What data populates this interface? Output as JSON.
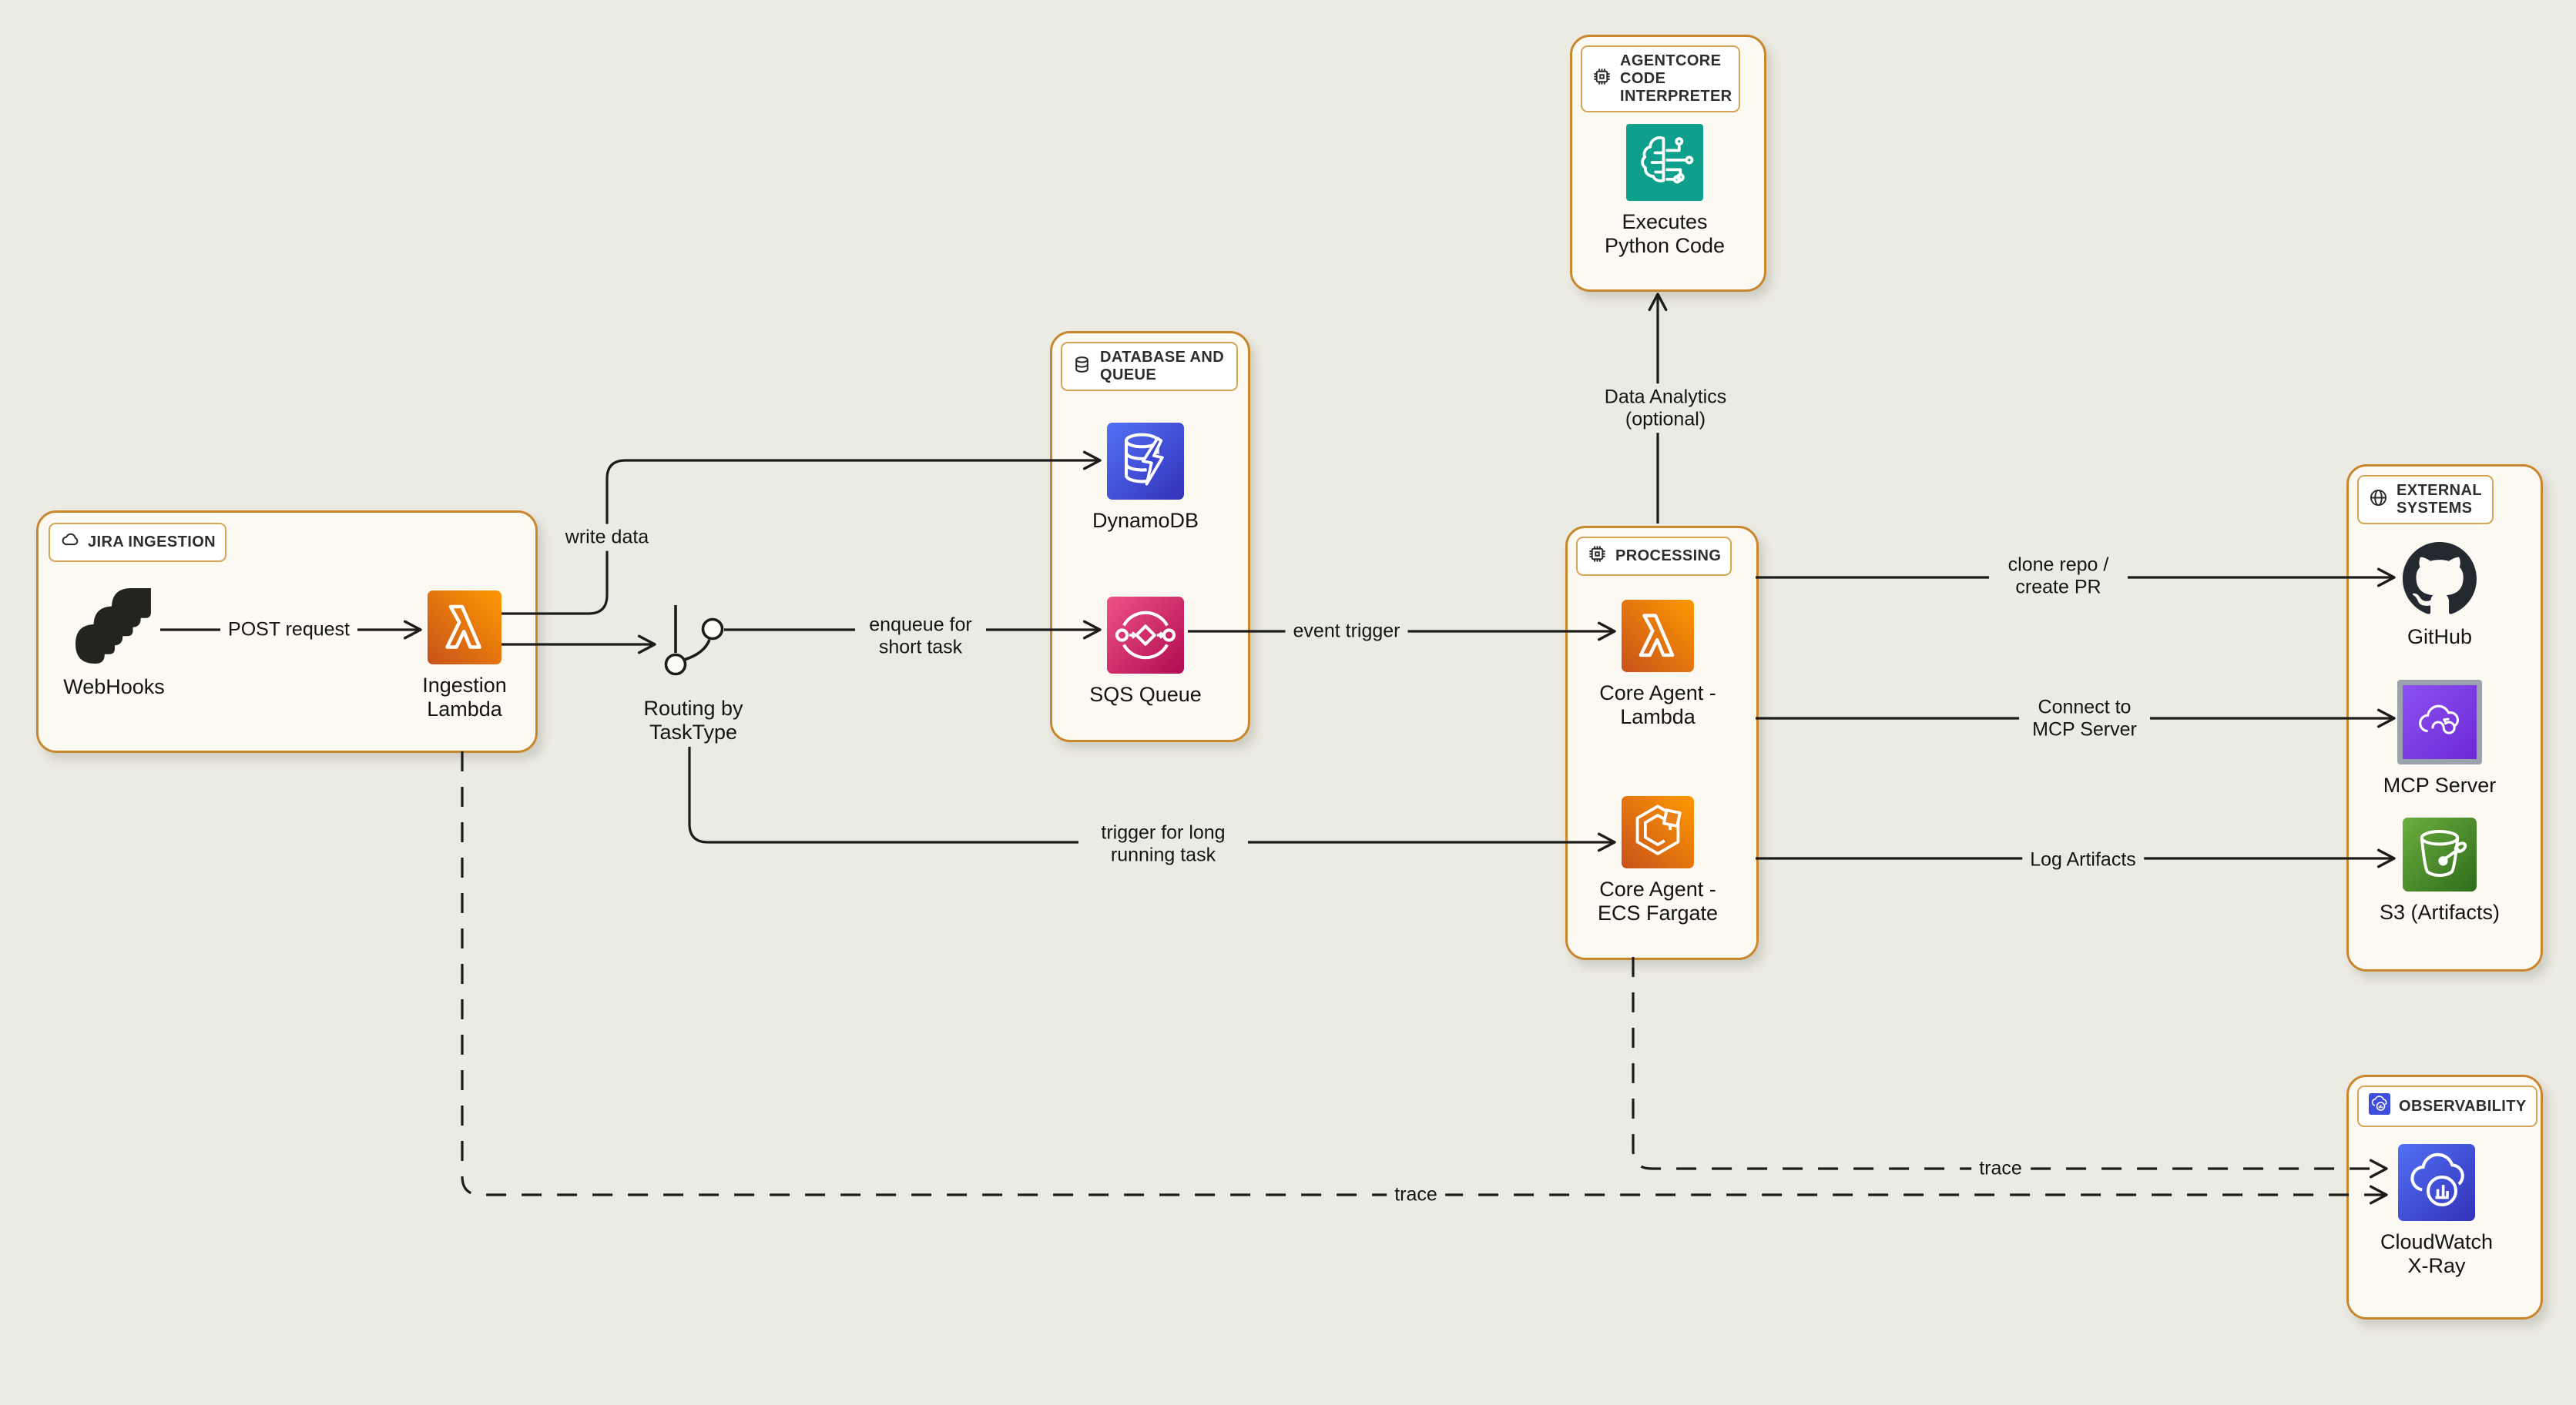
{
  "diagram": {
    "background": "#ECEBE3",
    "group_fill": "#FBF9F1",
    "group_border": "#C8872D",
    "line_color": "#1D1C1A",
    "aws_orange_gradient": [
      "#C8511B",
      "#FF9900"
    ],
    "aws_blue_gradient": [
      "#5271F5",
      "#3231B8"
    ],
    "aws_pink_gradient": [
      "#EE5287",
      "#B00B50"
    ],
    "aws_green_gradient": [
      "#6CAE3E",
      "#2F6C1B"
    ],
    "agentcore_teal": "#0FA08D",
    "mcp_purple_gradient": [
      "#8C52F2",
      "#6D28D4"
    ],
    "github_black": "#24292F"
  },
  "groups": {
    "jira": {
      "label": "JIRA INGESTION"
    },
    "db": {
      "label": "DATABASE AND QUEUE"
    },
    "agentcore": {
      "label": "AGENTCORE CODE INTERPRETER"
    },
    "processing": {
      "label": "PROCESSING"
    },
    "external": {
      "label": "EXTERNAL SYSTEMS"
    },
    "observability": {
      "label": "OBSERVABILITY"
    }
  },
  "nodes": {
    "webhooks": {
      "label": "WebHooks"
    },
    "ingestion_lambda": {
      "label": "Ingestion Lambda"
    },
    "dynamodb": {
      "label": "DynamoDB"
    },
    "sqs": {
      "label": "SQS Queue"
    },
    "code_interpreter": {
      "label": "Executes Python Code"
    },
    "core_agent_lambda": {
      "label": "Core Agent - Lambda"
    },
    "core_agent_ecs": {
      "label": "Core Agent - ECS Fargate"
    },
    "github": {
      "label": "GitHub"
    },
    "mcp": {
      "label": "MCP Server"
    },
    "s3": {
      "label": "S3 (Artifacts)"
    },
    "cloudwatch": {
      "label": "CloudWatch X-Ray"
    },
    "routing": {
      "label": "Routing by TaskType"
    }
  },
  "edges": {
    "post_request": {
      "label": "POST request"
    },
    "write_data": {
      "label": "write data"
    },
    "enqueue": {
      "label": "enqueue for short task"
    },
    "event_trigger": {
      "label": "event trigger"
    },
    "data_analytics": {
      "label": "Data Analytics (optional)"
    },
    "clone_repo": {
      "label": "clone repo / create PR"
    },
    "connect_mcp": {
      "label": "Connect to MCP Server"
    },
    "log_artifacts": {
      "label": "Log Artifacts"
    },
    "long_task": {
      "label": "trigger for long running task"
    },
    "trace_jira": {
      "label": "trace"
    },
    "trace_processing": {
      "label": "trace"
    }
  }
}
